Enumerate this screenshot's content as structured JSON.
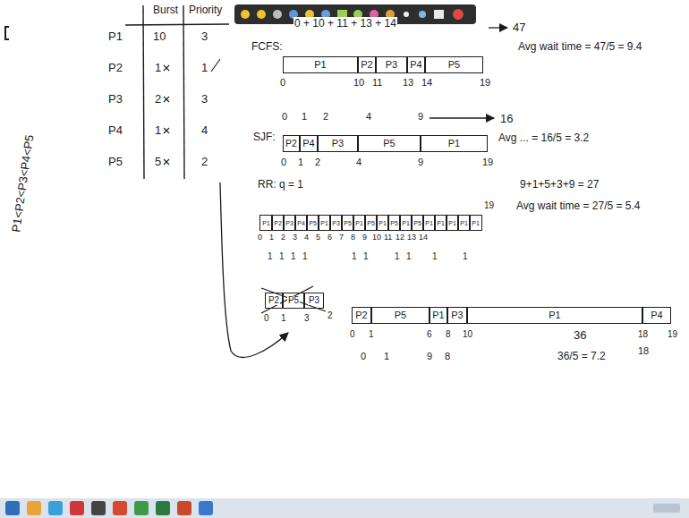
{
  "diagram": {
    "nodes": [
      {
        "text": [
          "P1"
        ]
      },
      {
        "text": [
          "P2"
        ]
      },
      {
        "text": [
          "P3"
        ]
      },
      {
        "text": [
          "P4"
        ]
      },
      {
        "text": [
          "P5"
        ]
      },
      {
        "text": [
          "P2"
        ]
      },
      {
        "text": [
          "P4"
        ]
      },
      {
        "text": [
          "P3"
        ]
      },
      {
        "text": [
          "P5"
        ]
      },
      {
        "text": [
          "P1"
        ]
      },
      {
        "text": [
          "P1"
        ]
      },
      {
        "text": [
          "P2"
        ]
      },
      {
        "text": [
          "P3"
        ]
      },
      {
        "text": [
          "P4"
        ]
      },
      {
        "text": [
          "P5"
        ]
      },
      {
        "text": [
          "P1"
        ]
      },
      {
        "text": [
          "P3"
        ]
      },
      {
        "text": [
          "P5"
        ]
      },
      {
        "text": [
          "P1"
        ]
      },
      {
        "text": [
          "P5"
        ]
      },
      {
        "text": [
          "P1"
        ]
      },
      {
        "text": [
          "P5"
        ]
      },
      {
        "text": [
          "P1"
        ]
      },
      {
        "text": [
          "P5"
        ]
      },
      {
        "text": [
          "P1"
        ]
      },
      {
        "text": [
          "P1"
        ]
      },
      {
        "text": [
          "P1"
        ]
      },
      {
        "text": [
          "P1"
        ]
      },
      {
        "text": [
          "P1"
        ]
      },
      {
        "text": [
          "P2"
        ]
      },
      {
        "text": [
          "P5"
        ]
      },
      {
        "text": [
          "P3"
        ]
      },
      {
        "text": [
          "P2"
        ]
      },
      {
        "text": [
          "P5"
        ]
      },
      {
        "text": [
          "P1"
        ]
      },
      {
        "text": [
          "P3"
        ]
      },
      {
        "text": [
          "P1"
        ]
      },
      {
        "text": [
          "P4"
        ]
      }
    ],
    "labels": [
      "Burst",
      "Priority",
      "P1",
      "10",
      "3",
      "P2",
      "1",
      "1",
      "P3",
      "2",
      "3",
      "P4",
      "1",
      "4",
      "P5",
      "5",
      "2",
      "P1<P2<P3<P4<P5",
      "FCFS:",
      "0 + 10 + 11 + 13 + 14",
      "47",
      "Avg wait time = 47/5 = 9.4",
      "0",
      "10",
      "11",
      "13",
      "14",
      "19",
      "SJF:",
      "0",
      "1",
      "2",
      "4",
      "9",
      "16",
      "Avg ... = 16/5 = 3.2",
      "0",
      "1",
      "2",
      "4",
      "9",
      "19",
      "RR: q = 1",
      "19",
      "0",
      "1",
      "2",
      "3",
      "4",
      "5",
      "6",
      "7",
      "8",
      "9",
      "10",
      "11",
      "12",
      "13",
      "14",
      "1",
      "1",
      "1",
      "1",
      "1",
      "1",
      "1",
      "1",
      "1",
      "1",
      "9+1+5+3+9 = 27",
      "Avg wait time = 27/5 = 5.4",
      "0",
      "1",
      "3",
      "2",
      "0",
      "1",
      "6",
      "8",
      "10",
      "18",
      "19",
      "0",
      "1",
      "9",
      "8",
      "18",
      "36",
      "36/5 = 7.2"
    ]
  }
}
